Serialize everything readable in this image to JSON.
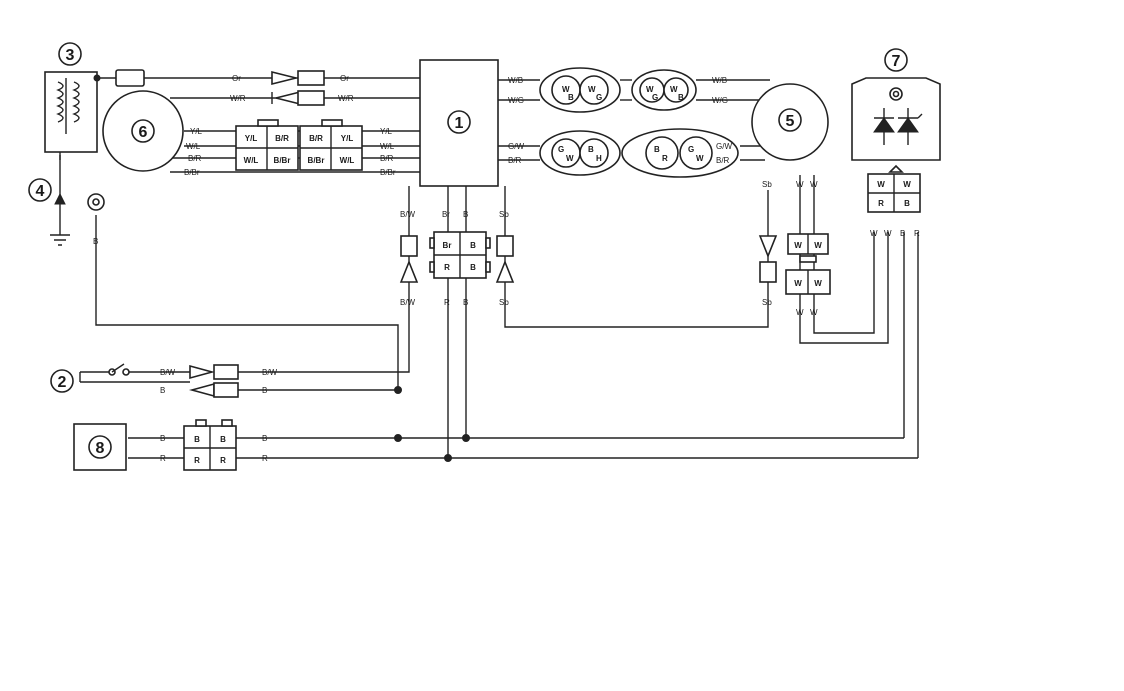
{
  "components": {
    "c1": "1",
    "c2": "2",
    "c3": "3",
    "c4": "4",
    "c5": "5",
    "c6": "6",
    "c7": "7",
    "c8": "8"
  },
  "wires": {
    "or": "Or",
    "wr": "W/R",
    "yl": "Y/L",
    "wl": "W/L",
    "br": "B/R",
    "bbr": "B/Br",
    "wb": "W/B",
    "wg": "W/G",
    "gw": "G/W",
    "bw": "B/W",
    "brn": "Br",
    "sb": "Sb",
    "b": "B",
    "r": "R",
    "w": "W"
  },
  "connectors": {
    "pg_yl": "Y/L",
    "pg_br": "B/R",
    "pg_wl": "W/L",
    "pg_bbr": "B/Br",
    "ecu_br": "Br",
    "ecu_b": "B",
    "ecu_r": "R",
    "ecu_b2": "B",
    "p5_w": "W",
    "p5_w2": "W",
    "p5b_w": "W",
    "p5b_w2": "W",
    "p7_w": "W",
    "p7_w2": "W",
    "p7_r": "R",
    "p7_b": "B",
    "p8_b": "B",
    "p8_b2": "B",
    "p8_r": "R",
    "p8_r2": "R",
    "oval_wb_1": "W",
    "oval_wb_2": "B",
    "oval_wb_3": "W",
    "oval_wb_4": "G",
    "oval_wg_1": "W",
    "oval_wg_2": "G",
    "oval_wg_3": "W",
    "oval_wg_4": "B",
    "oval_gw_1": "G",
    "oval_gw_2": "W",
    "oval_gw_3": "B",
    "oval_gw_4": "H",
    "oval_br_1": "B",
    "oval_br_2": "R",
    "oval_br_3": "G",
    "oval_br_4": "W"
  },
  "colors": {
    "line": "#222222",
    "background": "#ffffff"
  }
}
